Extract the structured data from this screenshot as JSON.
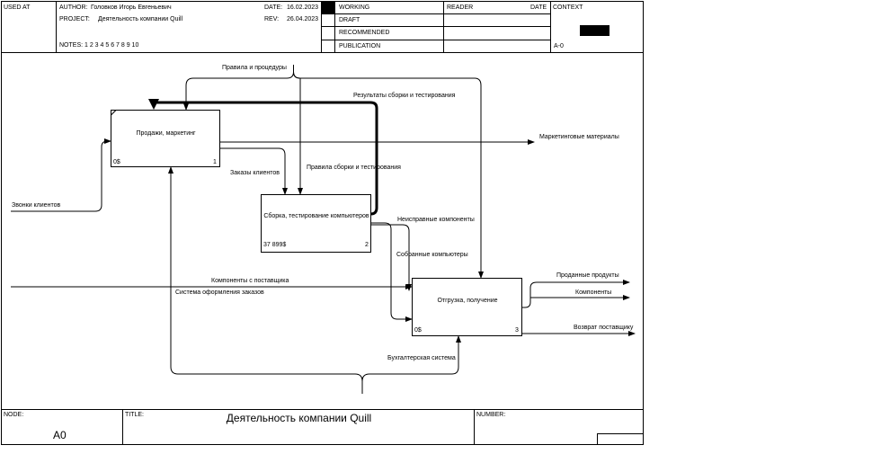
{
  "header": {
    "used_at": "USED AT",
    "author_label": "AUTHOR:",
    "author_value": "Головков Игорь Евгеньевич",
    "project_label": "PROJECT:",
    "project_value": "Деятельность компании Quill",
    "date_label": "DATE:",
    "date_value": "16.02.2023",
    "rev_label": "REV:",
    "rev_value": "26.04.2023",
    "notes": "NOTES:  1  2  3  4  5  6  7  8  9  10",
    "status": [
      "WORKING",
      "DRAFT",
      "RECOMMENDED",
      "PUBLICATION"
    ],
    "reader_label": "READER",
    "reader_date_label": "DATE",
    "context_label": "CONTEXT",
    "context_node": "A-0"
  },
  "diagram": {
    "boxes": [
      {
        "title": "Продажи, маркетинг",
        "cost": "0$",
        "number": "1"
      },
      {
        "title": "Сборка, тестирование компьютеров",
        "cost": "37 899$",
        "number": "2"
      },
      {
        "title": "Отгрузка, получение",
        "cost": "0$",
        "number": "3"
      }
    ],
    "arrows": {
      "rules": "Правила и процедуры",
      "test_results": "Результаты сборки и тестирования",
      "marketing_materials": "Маркетинговые материалы",
      "client_orders": "Заказы клиентов",
      "assembly_rules": "Правила сборки и тестирования",
      "client_calls": "Звонки клиентов",
      "faulty_components": "Неисправные компоненты",
      "assembled_computers": "Собранные компьютеры",
      "supplier_components": "Компоненты с поставщика",
      "order_system": "Система оформления заказов",
      "sold_products": "Проданные продукты",
      "components": "Компоненты",
      "supplier_return": "Возврат поставщику",
      "accounting": "Бухгалтерская система"
    }
  },
  "footer": {
    "node_label": "NODE:",
    "node_value": "A0",
    "title_label": "TITLE:",
    "title_value": "Деятельность компании Quill",
    "number_label": "NUMBER:"
  }
}
